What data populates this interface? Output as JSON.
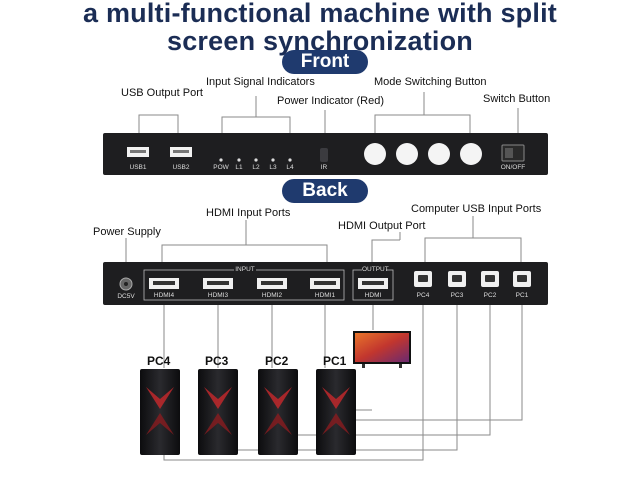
{
  "header": {
    "title_line1": "a multi-functional machine with split",
    "title_line2": "screen synchronization"
  },
  "front": {
    "section_label": "Front",
    "callouts": {
      "usb_output_port": "USB Output Port",
      "input_signal_indicators": "Input Signal Indicators",
      "power_indicator": "Power Indicator (Red)",
      "mode_switching_button": "Mode Switching Button",
      "switch_button": "Switch Button"
    },
    "panel_labels": {
      "usb1": "USB1",
      "usb2": "USB2",
      "pow": "POW",
      "l1": "L1",
      "l2": "L2",
      "l3": "L3",
      "l4": "L4",
      "ir": "IR",
      "on_off": "ON/OFF"
    }
  },
  "back": {
    "section_label": "Back",
    "callouts": {
      "power_supply": "Power Supply",
      "hdmi_input_ports": "HDMI Input Ports",
      "hdmi_output_port": "HDMI Output Port",
      "computer_usb_input_ports": "Computer USB Input Ports"
    },
    "panel_labels": {
      "dc5v": "DC5V",
      "input": "INPUT",
      "output": "OUTPUT",
      "hdmi4": "HDMI4",
      "hdmi3": "HDMI3",
      "hdmi2": "HDMI2",
      "hdmi1": "HDMI1",
      "hdmi": "HDMI",
      "pc4": "PC4",
      "pc3": "PC3",
      "pc2": "PC2",
      "pc1": "PC1"
    }
  },
  "computers": {
    "pc4": "PC4",
    "pc3": "PC3",
    "pc2": "PC2",
    "pc1": "PC1"
  },
  "colors": {
    "title": "#1b2d55",
    "pill": "#1f3a6e",
    "panel": "#1e1e20",
    "line": "#888888",
    "tower_glow": "#c0282b"
  }
}
